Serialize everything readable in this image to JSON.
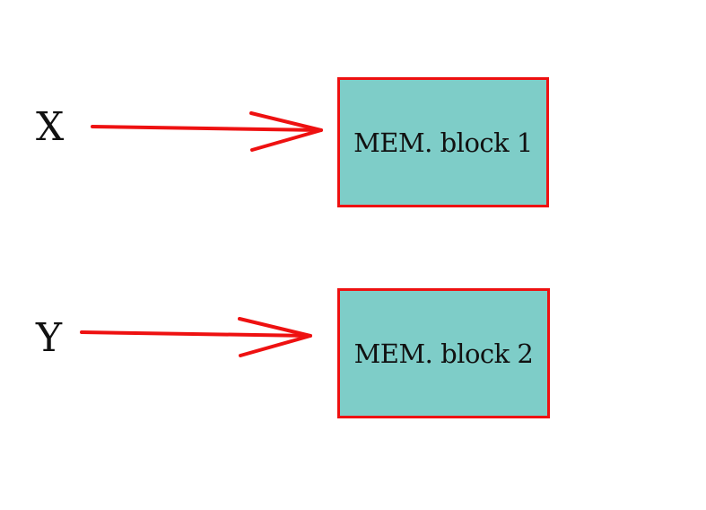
{
  "colors": {
    "arrow": "#ee1111",
    "block_fill": "#7ecdc8",
    "block_border": "#ee1111",
    "text": "#111111",
    "background": "#ffffff"
  },
  "variables": [
    {
      "label": "X"
    },
    {
      "label": "Y"
    }
  ],
  "blocks": [
    {
      "label": "MEM. block 1"
    },
    {
      "label": "MEM. block 2"
    }
  ]
}
